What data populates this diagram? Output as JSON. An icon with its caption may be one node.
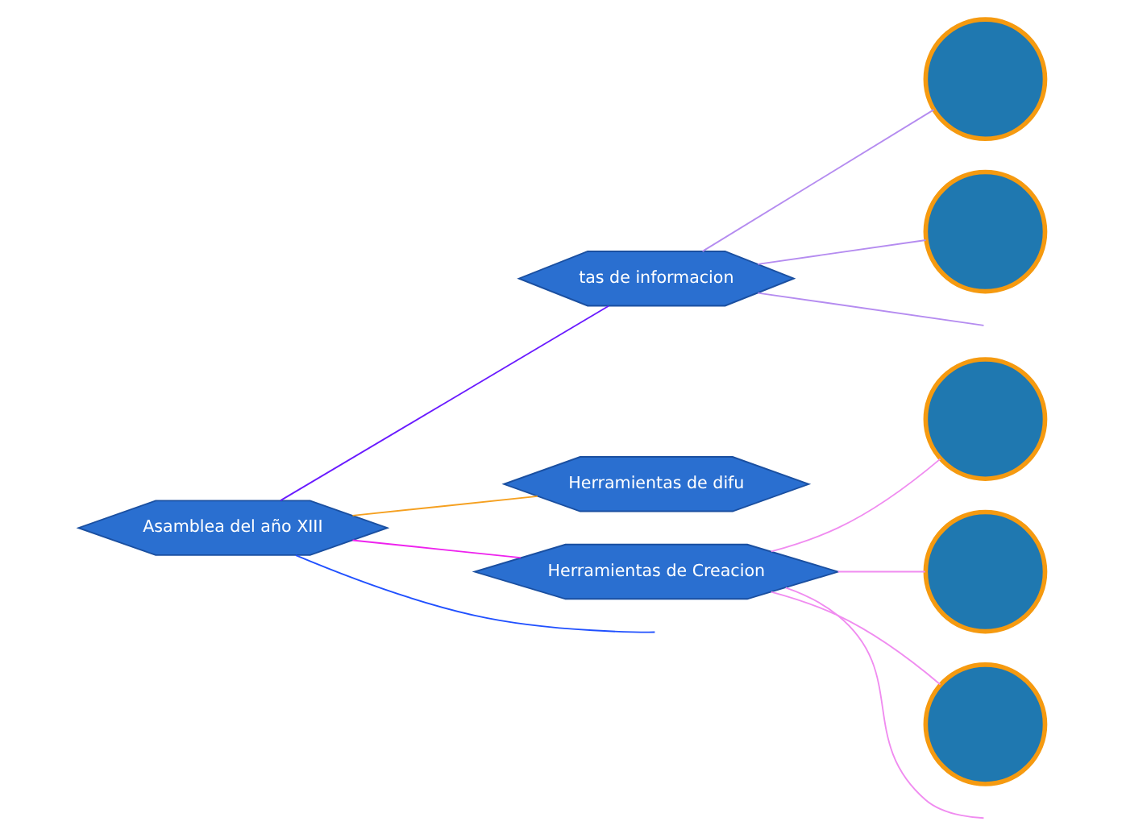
{
  "diagram": {
    "nodes": [
      {
        "text": [
          "Asamblea del año XIII"
        ]
      },
      {
        "text": [
          "tas de informacion"
        ]
      },
      {
        "text": [],
        "shape": "circle"
      },
      {
        "text": [],
        "shape": "circle"
      },
      {
        "text": [
          "Herramientas de difu"
        ]
      },
      {
        "text": [
          "Herramientas de Creacion"
        ]
      },
      {
        "text": [],
        "shape": "circle"
      },
      {
        "text": [],
        "shape": "circle"
      },
      {
        "text": [],
        "shape": "circle"
      }
    ],
    "edges": [
      {
        "from": 0,
        "to": 1,
        "arrow": "none",
        "color": "#6a1bff"
      },
      {
        "from": 0,
        "to": null,
        "arrow": "none",
        "color": "#2050ff"
      },
      {
        "from": 0,
        "to": 4,
        "arrow": "none",
        "color": "#f5a020"
      },
      {
        "from": 0,
        "to": 5,
        "arrow": "none",
        "color": "#ee22ee"
      },
      {
        "from": 1,
        "to": null,
        "arrow": "none",
        "color": "#b58cf0"
      },
      {
        "from": 1,
        "to": 2,
        "arrow": "none",
        "color": "#b58cf0"
      },
      {
        "from": 1,
        "to": 3,
        "arrow": "none",
        "color": "#b58cf0"
      },
      {
        "from": 5,
        "to": 6,
        "arrow": "none",
        "color": "#f08cf0"
      },
      {
        "from": 5,
        "to": 7,
        "arrow": "none",
        "color": "#f08cf0"
      },
      {
        "from": 5,
        "to": 8,
        "arrow": "none",
        "color": "#f08cf0"
      },
      {
        "from": 5,
        "to": null,
        "arrow": "none",
        "color": "#f08cf0"
      }
    ]
  }
}
